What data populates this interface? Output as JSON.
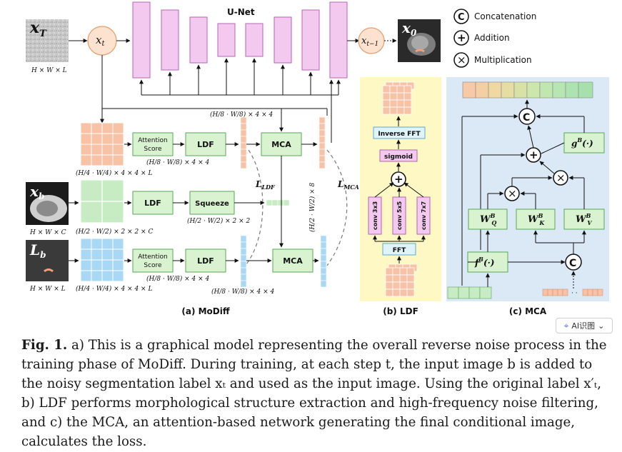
{
  "unet": {
    "title": "U-Net"
  },
  "nodes": {
    "xT": "x",
    "xT_sub": "T",
    "xT_dims": "H × W × L",
    "xt": "x",
    "xt_sub": "t",
    "xt1": "x",
    "xt1_sub": "t−1",
    "x0": "x",
    "x0_sub": "0",
    "xb": "x",
    "xb_sub": "b",
    "xb_dims": "H × W × C",
    "Lb": "L",
    "Lb_sub": "b",
    "Lb_dims": "H × W × L"
  },
  "legend": {
    "concat_label": "Concatenation",
    "add_label": "Addition",
    "mult_label": "Multiplication",
    "concat_symbol": "C",
    "add_symbol": "+",
    "mult_symbol": "×"
  },
  "modiff": {
    "attention_score_1": "Attention",
    "attention_score_2": "Score",
    "ldf": "LDF",
    "squeeze": "Squeeze",
    "mca": "MCA",
    "dims_grid_top": "(H/4 · W/4) × 4 × 4 × L",
    "dims_grid_mid": "(H/2 · W/2) × 2 × 2 × C",
    "dims_grid_bot": "(H/4 · W/4) × 4 × 4 × L",
    "dims_att_top": "(H/8 · W/8) × 4 × 4",
    "dims_top_line": "(H/8 · W/8) × 4 × 4",
    "dims_squeeze": "(H/2 · W/2) × 2 × 2",
    "dims_att_bot": "(H/8 · W/8) × 4 × 4",
    "dims_bottom_vec": "(H/8 · W/8) × 4 × 4",
    "dims_vertical": "(H/2 · W/2) × 8",
    "loss_ldf": "L",
    "loss_ldf_sub": "LDF",
    "loss_mca": "L",
    "loss_mca_sub": "MCA",
    "title": "(a) MoDiff"
  },
  "ldf_panel": {
    "inverse_fft": "Inverse FFT",
    "sigmoid": "sigmoid",
    "conv1": "conv 3x3",
    "conv2": "conv 5x5",
    "conv3": "conv 7x7",
    "fft": "FFT",
    "plus": "+",
    "title": "(b) LDF"
  },
  "mca_panel": {
    "gB": "g",
    "gB_sup": "B",
    "gB_arg": "(·)",
    "fB": "f",
    "fB_sup": "B",
    "fB_arg": "(·)",
    "wq": "W",
    "wq_sup": "B",
    "wq_sub": "Q",
    "wk": "W",
    "wk_sup": "B",
    "wk_sub": "K",
    "wv": "W",
    "wv_sup": "B",
    "wv_sub": "V",
    "concat_symbol": "C",
    "add_symbol": "+",
    "mult_symbol": "×",
    "title": "(c) MCA"
  },
  "ai_button": {
    "label": "AI识图",
    "chevron": "⌄"
  },
  "caption": {
    "label": "Fig. 1.",
    "text": " a) This is a graphical model representing the overall reverse noise process in the training phase of MoDiff. During training, at each step t, the input image b is added to the noisy segmentation label xₜ and used as the input image. Using the original label x′ₜ, b) LDF performs morphological structure extraction and high-frequency noise filtering, and c) the MCA, an attention-based network generating the final conditional image, calculates the loss."
  },
  "colors": {
    "unet_fill": "#f3c9ef",
    "unet_stroke": "#b565b5",
    "green_fill": "#d9f2d0",
    "green_stroke": "#5aa65a",
    "node_fill": "#fde3cf",
    "node_stroke": "#e59c6a",
    "ldf_bg": "#fdf8c4",
    "mca_bg": "#dbe8f6",
    "pink_box": "#f3c9ef",
    "pink_stroke": "#b565b5",
    "blue_box": "#dff3fb",
    "blue_stroke": "#5fa9d6",
    "salmon": "#f7c2a6",
    "lightblue": "#a9d8f5",
    "lightgreen": "#c7ebc2"
  }
}
